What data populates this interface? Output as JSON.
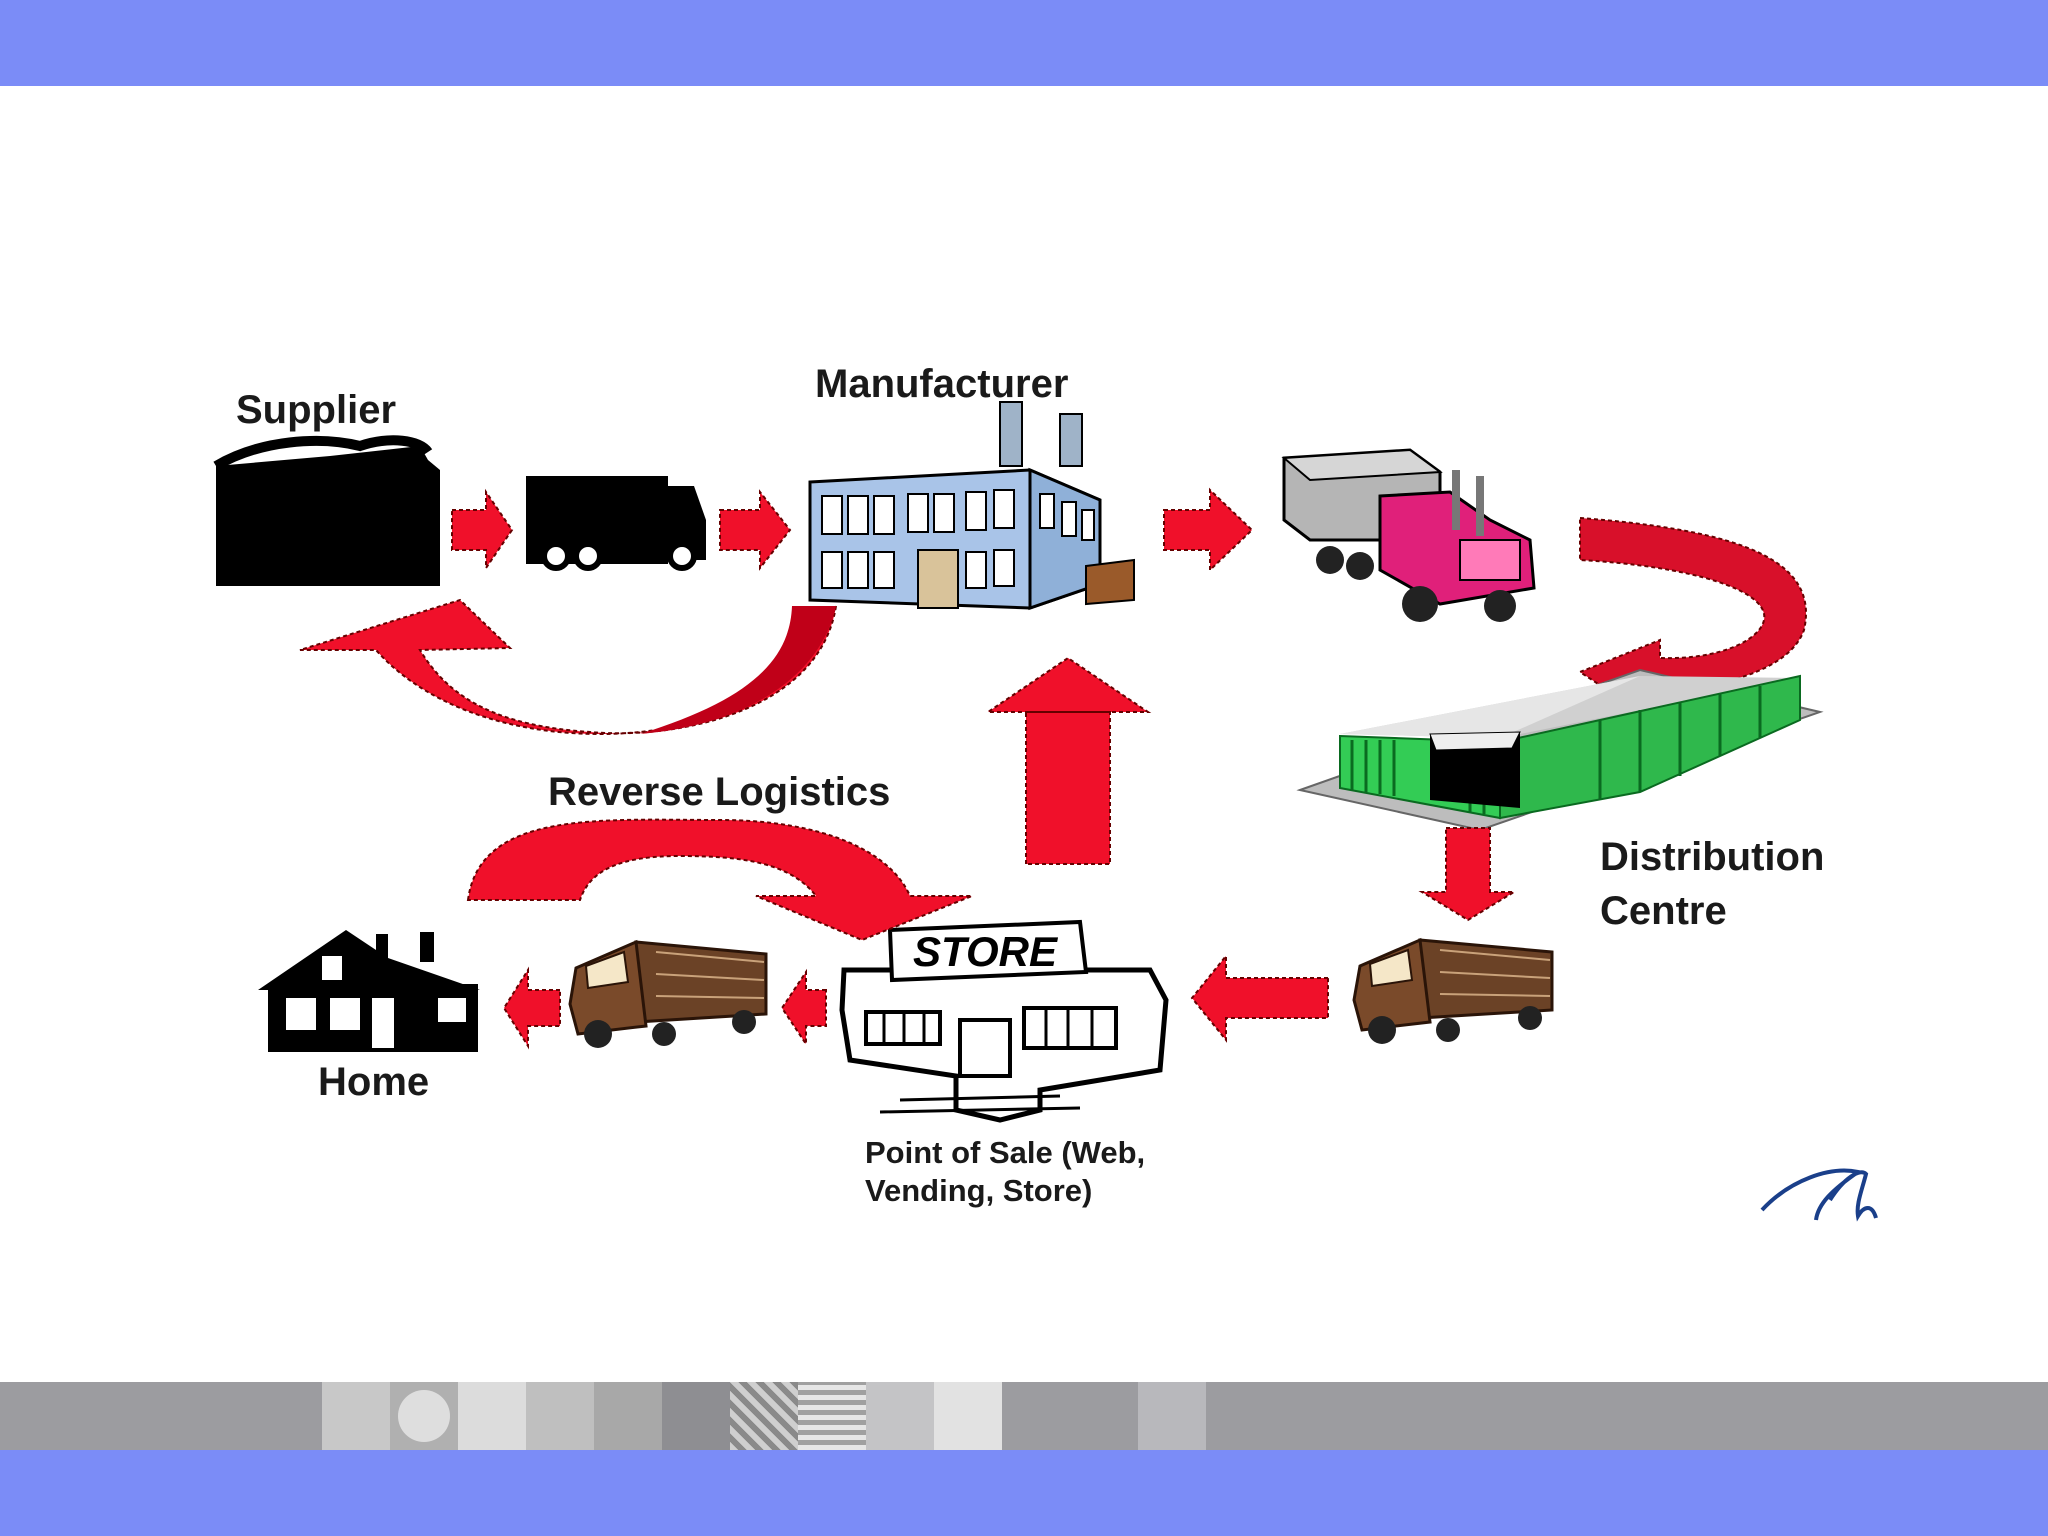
{
  "colors": {
    "band": "#7b8cf7",
    "arrow_red": "#f0102a",
    "arrow_dark": "#c00018",
    "strip": "#9c9ca0",
    "building_blue": "#a9c4e8",
    "warehouse_green": "#33cc55",
    "truck_pink": "#e0207a",
    "van_brown": "#6b4226"
  },
  "labels": {
    "supplier": "Supplier",
    "manufacturer": "Manufacturer",
    "reverse_logistics": "Reverse Logistics",
    "distribution_line1": "Distribution",
    "distribution_line2": "Centre",
    "home": "Home",
    "pos_line1": "Point of Sale (Web,",
    "pos_line2": "Vending, Store)",
    "store_sign": "STORE"
  },
  "icons": [
    "factory-icon",
    "box-truck-icon",
    "office-building-icon",
    "semi-truck-icon",
    "warehouse-icon",
    "delivery-van-icon",
    "store-icon",
    "house-icon",
    "signature-logo"
  ]
}
